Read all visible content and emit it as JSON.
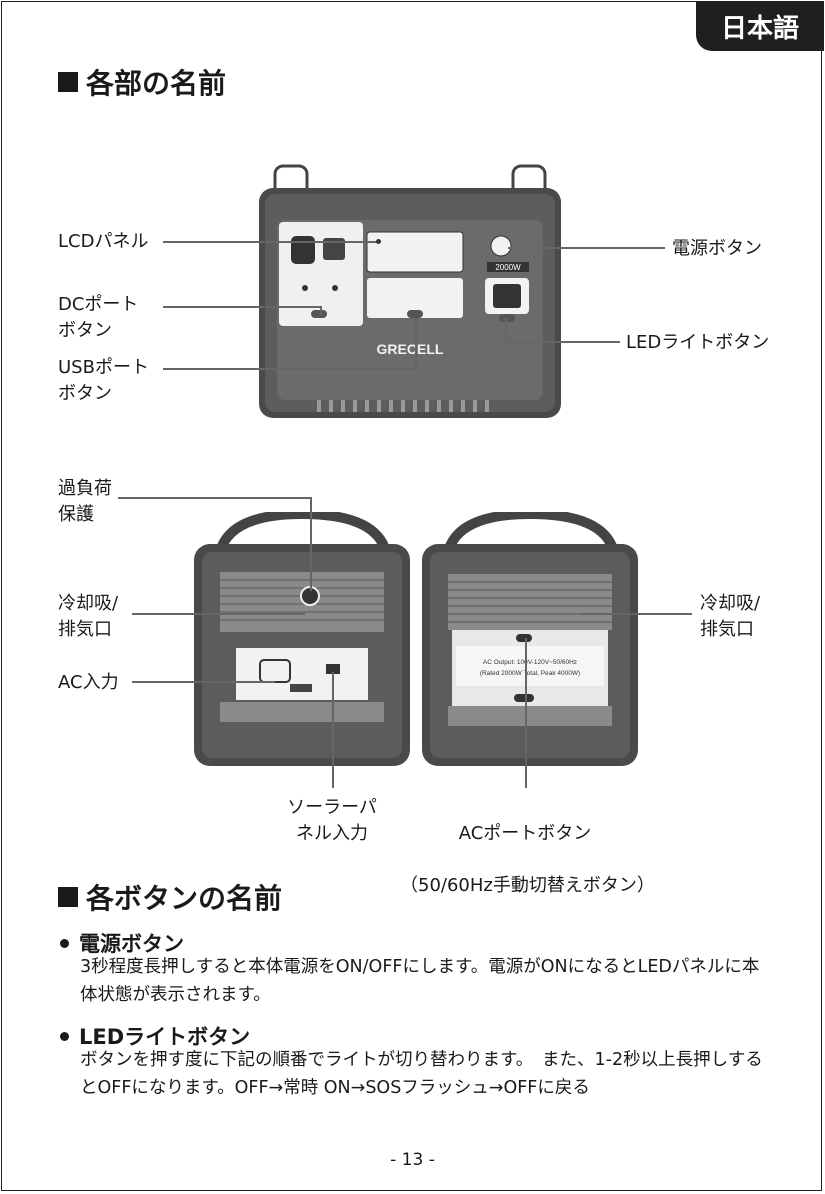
{
  "language_tab": "日本語",
  "sections": {
    "parts_title": "各部の名前",
    "buttons_title": "各ボタンの名前"
  },
  "front_labels": {
    "lcd": "LCDパネル",
    "dc": "DCポート\nボタン",
    "usb": "USBポート\nボタン",
    "power": "電源ボタン",
    "led": "LEDライトボタン"
  },
  "device_front": {
    "brand": "GRECELL",
    "rating": "2000W"
  },
  "back_labels": {
    "overload": "過負荷\n保護",
    "cooling_left": "冷却吸/\n排気口",
    "ac_input": "AC入力",
    "solar": "ソーラーパ\nネル入力",
    "cooling_right": "冷却吸/\n排気口",
    "ac_port_line1": "ACポートボタン",
    "ac_port_line2": "（50/60Hz手動切替えボタン）"
  },
  "device_back": {
    "ac_output_line1": "AC Output: 100V-120V~50/60Hz",
    "ac_output_line2": "(Rated 2000W Total, Peak 4000W)"
  },
  "items": [
    {
      "title": "電源ボタン",
      "text": "3秒程度長押しすると本体電源をON/OFFにします。電源がONになるとLEDパネルに本体状態が表示されます。"
    },
    {
      "title": "LEDライトボタン",
      "text": "ボタンを押す度に下記の順番でライトが切り替わります。　また、1-2秒以上長押しするとOFFになります。OFF→常時 ON→SOSフラッシュ→OFFに戻る"
    }
  ],
  "page_number": "- 13 -"
}
